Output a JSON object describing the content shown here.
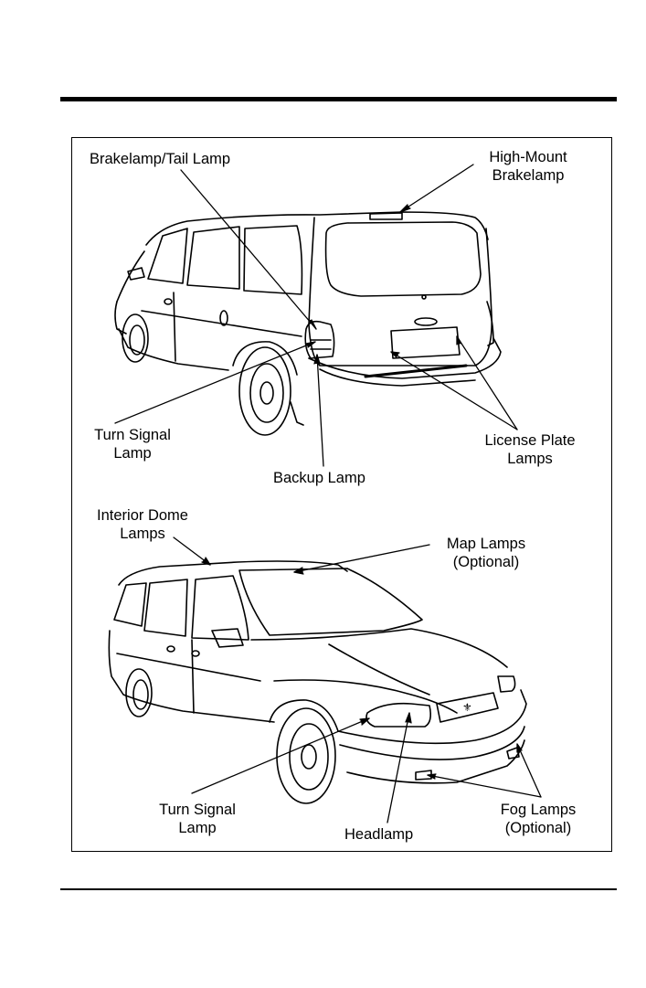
{
  "labels": {
    "brakelamp_tail_lamp": "Brakelamp/Tail Lamp",
    "high_mount_1": "High-Mount",
    "high_mount_2": "Brakelamp",
    "turn_signal_rear_1": "Turn Signal",
    "turn_signal_rear_2": "Lamp",
    "backup_lamp": "Backup Lamp",
    "license_plate_1": "License Plate",
    "license_plate_2": "Lamps",
    "interior_dome_1": "Interior Dome",
    "interior_dome_2": "Lamps",
    "map_lamps_1": "Map Lamps",
    "map_lamps_2": "(Optional)",
    "turn_signal_front_1": "Turn Signal",
    "turn_signal_front_2": "Lamp",
    "headlamp": "Headlamp",
    "fog_lamps_1": "Fog Lamps",
    "fog_lamps_2": "(Optional)"
  }
}
